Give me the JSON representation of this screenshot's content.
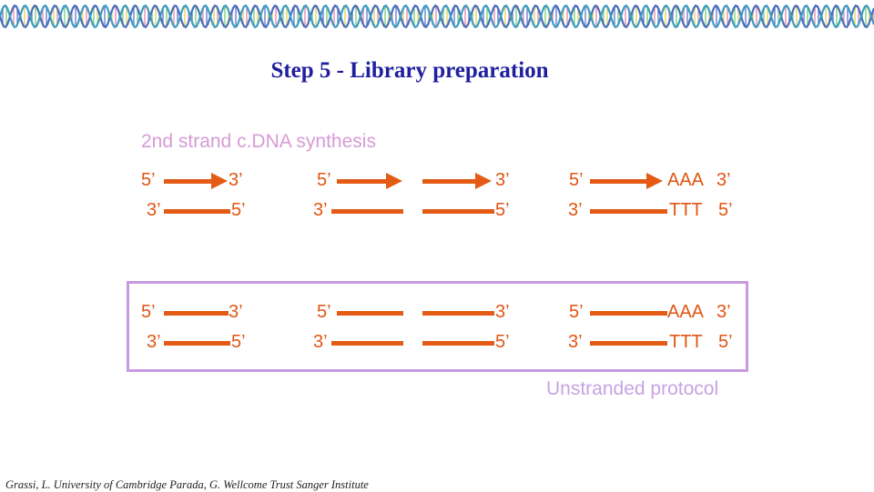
{
  "title": "Step 5 - Library preparation",
  "section_label": "2nd strand c.DNA synthesis",
  "footer_label": "Unstranded protocol",
  "credit": "Grassi, L. University of Cambridge Parada, G. Wellcome Trust Sanger Institute",
  "colors": {
    "title": "#1f1f9e",
    "strand": "#e35b14",
    "section_label": "#d79bd6",
    "box_border": "#c79ae0"
  },
  "labels": {
    "five_prime": "5’",
    "three_prime": "3’",
    "poly_a": "AAA",
    "poly_t": "TTT"
  }
}
